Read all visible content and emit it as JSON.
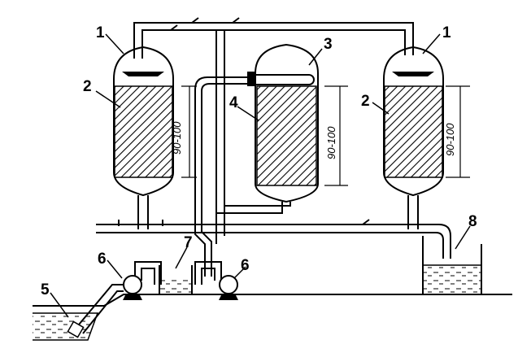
{
  "labels": {
    "l1_left": "1",
    "l1_right": "1",
    "l2_left": "2",
    "l2_right": "2",
    "l3": "3",
    "l4": "4",
    "l5": "5",
    "l6_left": "6",
    "l6_right": "6",
    "l7": "7",
    "l8": "8"
  },
  "dimensions": {
    "left": "90-100",
    "center": "90-100",
    "right": "90-100"
  }
}
